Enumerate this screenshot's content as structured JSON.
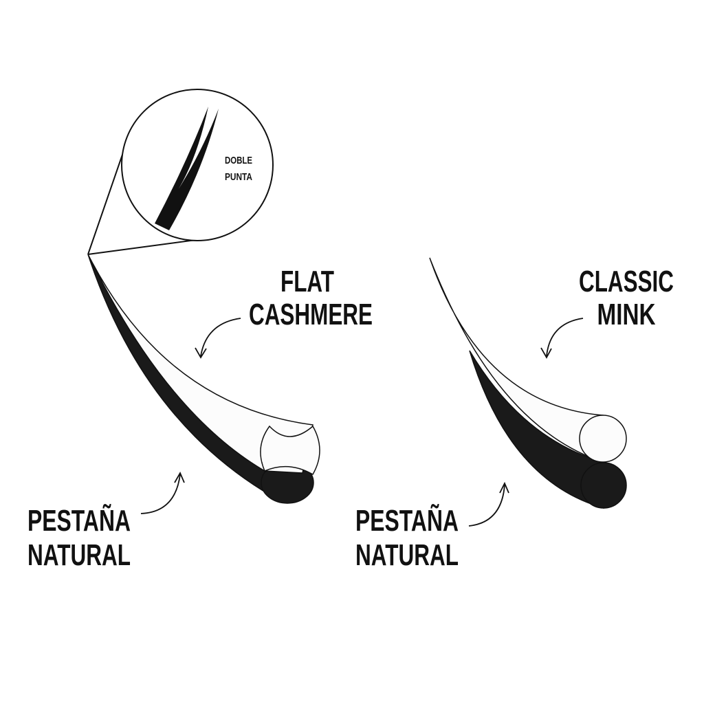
{
  "zoom_callout": {
    "line1": "DOBLE",
    "line2": "PUNTA"
  },
  "left": {
    "title_line1": "FLAT",
    "title_line2": "CASHMERE",
    "natural_line1": "PESTAÑA",
    "natural_line2": "NATURAL"
  },
  "right": {
    "title_line1": "CLASSIC",
    "title_line2": "MINK",
    "natural_line1": "PESTAÑA",
    "natural_line2": "NATURAL"
  },
  "colors": {
    "ink": "#111111",
    "dark_fill": "#1a1a1a",
    "light_fill": "#fcfcfc"
  }
}
